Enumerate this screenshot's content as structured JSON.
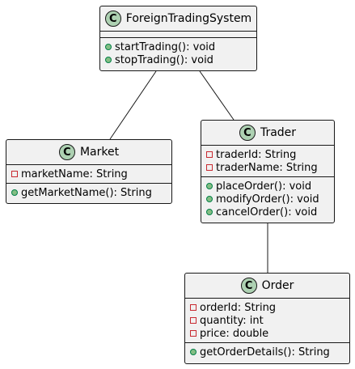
{
  "diagram": {
    "classes": [
      {
        "id": "fts",
        "stereotype": "C",
        "name": "ForeignTradingSystem",
        "attributes": [],
        "methods": [
          {
            "visibility": "public",
            "text": "startTrading(): void"
          },
          {
            "visibility": "public",
            "text": "stopTrading(): void"
          }
        ]
      },
      {
        "id": "market",
        "stereotype": "C",
        "name": "Market",
        "attributes": [
          {
            "visibility": "private",
            "text": "marketName: String"
          }
        ],
        "methods": [
          {
            "visibility": "public",
            "text": "getMarketName(): String"
          }
        ]
      },
      {
        "id": "trader",
        "stereotype": "C",
        "name": "Trader",
        "attributes": [
          {
            "visibility": "private",
            "text": "traderId: String"
          },
          {
            "visibility": "private",
            "text": "traderName: String"
          }
        ],
        "methods": [
          {
            "visibility": "public",
            "text": "placeOrder(): void"
          },
          {
            "visibility": "public",
            "text": "modifyOrder(): void"
          },
          {
            "visibility": "public",
            "text": "cancelOrder(): void"
          }
        ]
      },
      {
        "id": "order",
        "stereotype": "C",
        "name": "Order",
        "attributes": [
          {
            "visibility": "private",
            "text": "orderId: String"
          },
          {
            "visibility": "private",
            "text": "quantity: int"
          },
          {
            "visibility": "private",
            "text": "price: double"
          }
        ],
        "methods": [
          {
            "visibility": "public",
            "text": "getOrderDetails(): String"
          }
        ]
      }
    ],
    "associations": [
      {
        "from": "fts",
        "to": "market"
      },
      {
        "from": "fts",
        "to": "trader"
      },
      {
        "from": "trader",
        "to": "order"
      }
    ],
    "colors": {
      "box_fill": "#f1f1f1",
      "border": "#181818",
      "badge_fill": "#add1b2",
      "public_fill": "#84be84",
      "public_border": "#038048",
      "private_border": "#c82930"
    }
  }
}
